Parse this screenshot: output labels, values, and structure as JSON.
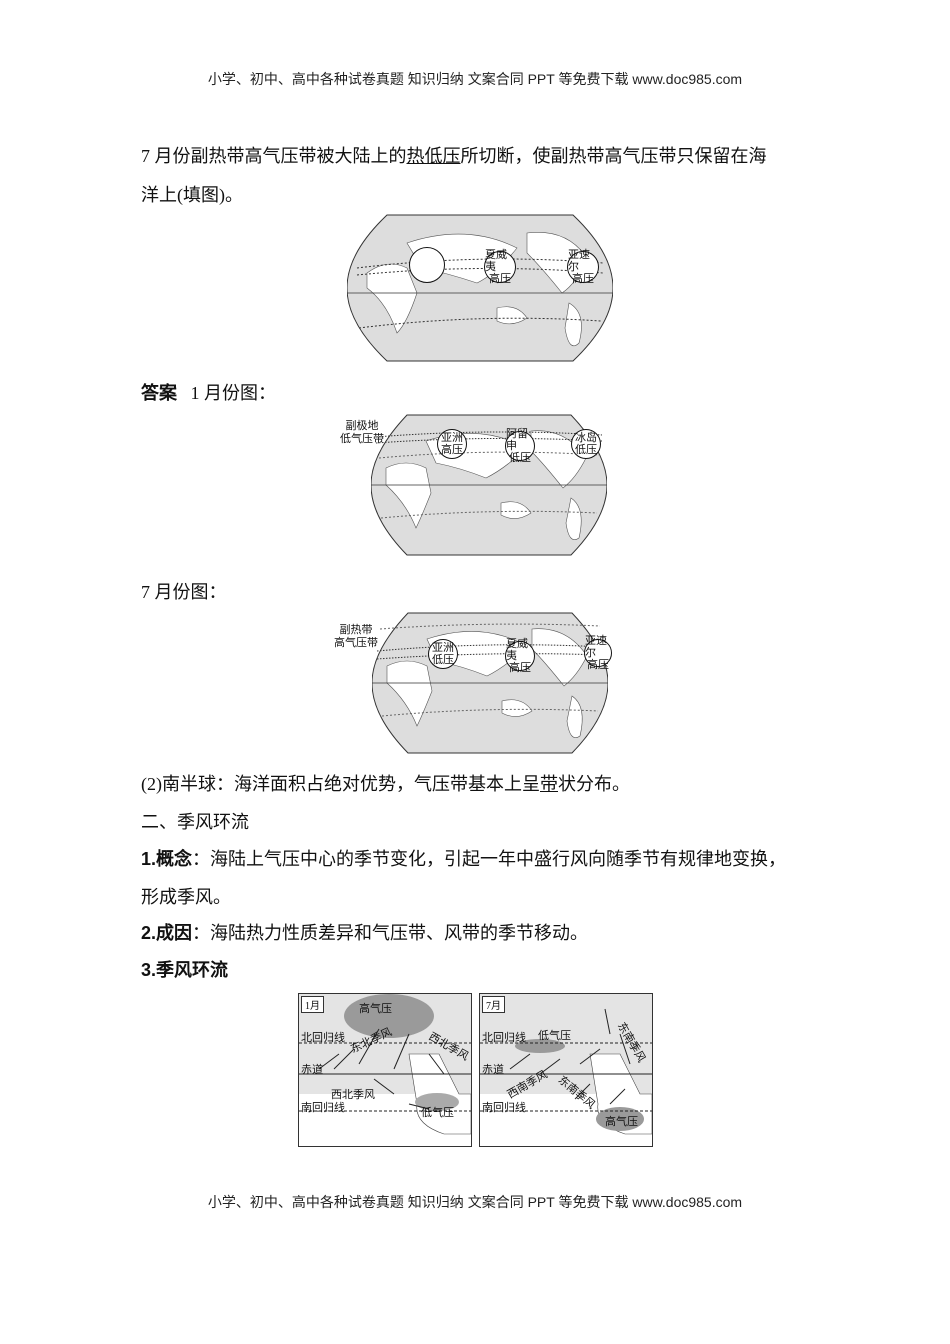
{
  "header": {
    "text": "小学、初中、高中各种试卷真题 知识归纳 文案合同 PPT 等免费下载  www.doc985.com"
  },
  "footer": {
    "text": "小学、初中、高中各种试卷真题 知识归纳 文案合同 PPT 等免费下载  www.doc985.com"
  },
  "intro": {
    "line1_pre": "7 月份副热带高气压带被大陆上的",
    "line1_underlined": "热低压",
    "line1_post": "所切断，使副热带高气压带只保留在海",
    "line2": "洋上(填图)。"
  },
  "map_question": {
    "blank_circle": "",
    "circles": [
      {
        "line1": "夏威夷",
        "line2": "高压"
      },
      {
        "line1": "亚速尔",
        "line2": "高压"
      }
    ]
  },
  "answer": {
    "label": "答案",
    "jan_caption": "1 月份图：",
    "jan_map": {
      "side_label_1": "副极地",
      "side_label_2": "低气压带",
      "circles": [
        {
          "line1": "亚洲",
          "line2": "高压"
        },
        {
          "line1": "阿留申",
          "line2": "低压"
        },
        {
          "line1": "冰岛",
          "line2": "低压"
        }
      ]
    },
    "jul_caption": "7 月份图：",
    "jul_map": {
      "side_label_1": "副热带",
      "side_label_2": "高气压带",
      "circles": [
        {
          "line1": "亚洲",
          "line2": "低压"
        },
        {
          "line1": "夏威夷",
          "line2": "高压"
        },
        {
          "line1": "亚速尔",
          "line2": "高压"
        }
      ]
    }
  },
  "southern": {
    "pre": "(2)南半球：海洋面积占绝对优势，气压带基本上呈",
    "underlined": "带",
    "post": "状分布。"
  },
  "section2": {
    "title": "二、季风环流"
  },
  "concept": {
    "label": "1.概念",
    "text_line1": "：海陆上气压中心的季节变化，引起一年中盛行风向随季节有规律地变换，",
    "text_line2": "形成季风。"
  },
  "cause": {
    "label": "2.成因",
    "text": "：海陆热力性质差异和气压带、风带的季节移动。"
  },
  "monsoon": {
    "label": "3.季风环流"
  },
  "monsoon_maps": [
    {
      "month": "1月",
      "labels": {
        "high": "高气压",
        "low": "低气压",
        "tropic_n": "北回归线",
        "equator": "赤道",
        "tropic_s": "南回归线",
        "wind1": "东北季风",
        "wind2": "西北季风",
        "wind3": "西北季风"
      }
    },
    {
      "month": "7月",
      "labels": {
        "high": "高气压",
        "low": "低气压",
        "tropic_n": "北回归线",
        "equator": "赤道",
        "tropic_s": "南回归线",
        "wind1": "西南季风",
        "wind2": "东南季风",
        "wind3": "东南季风"
      }
    }
  ]
}
